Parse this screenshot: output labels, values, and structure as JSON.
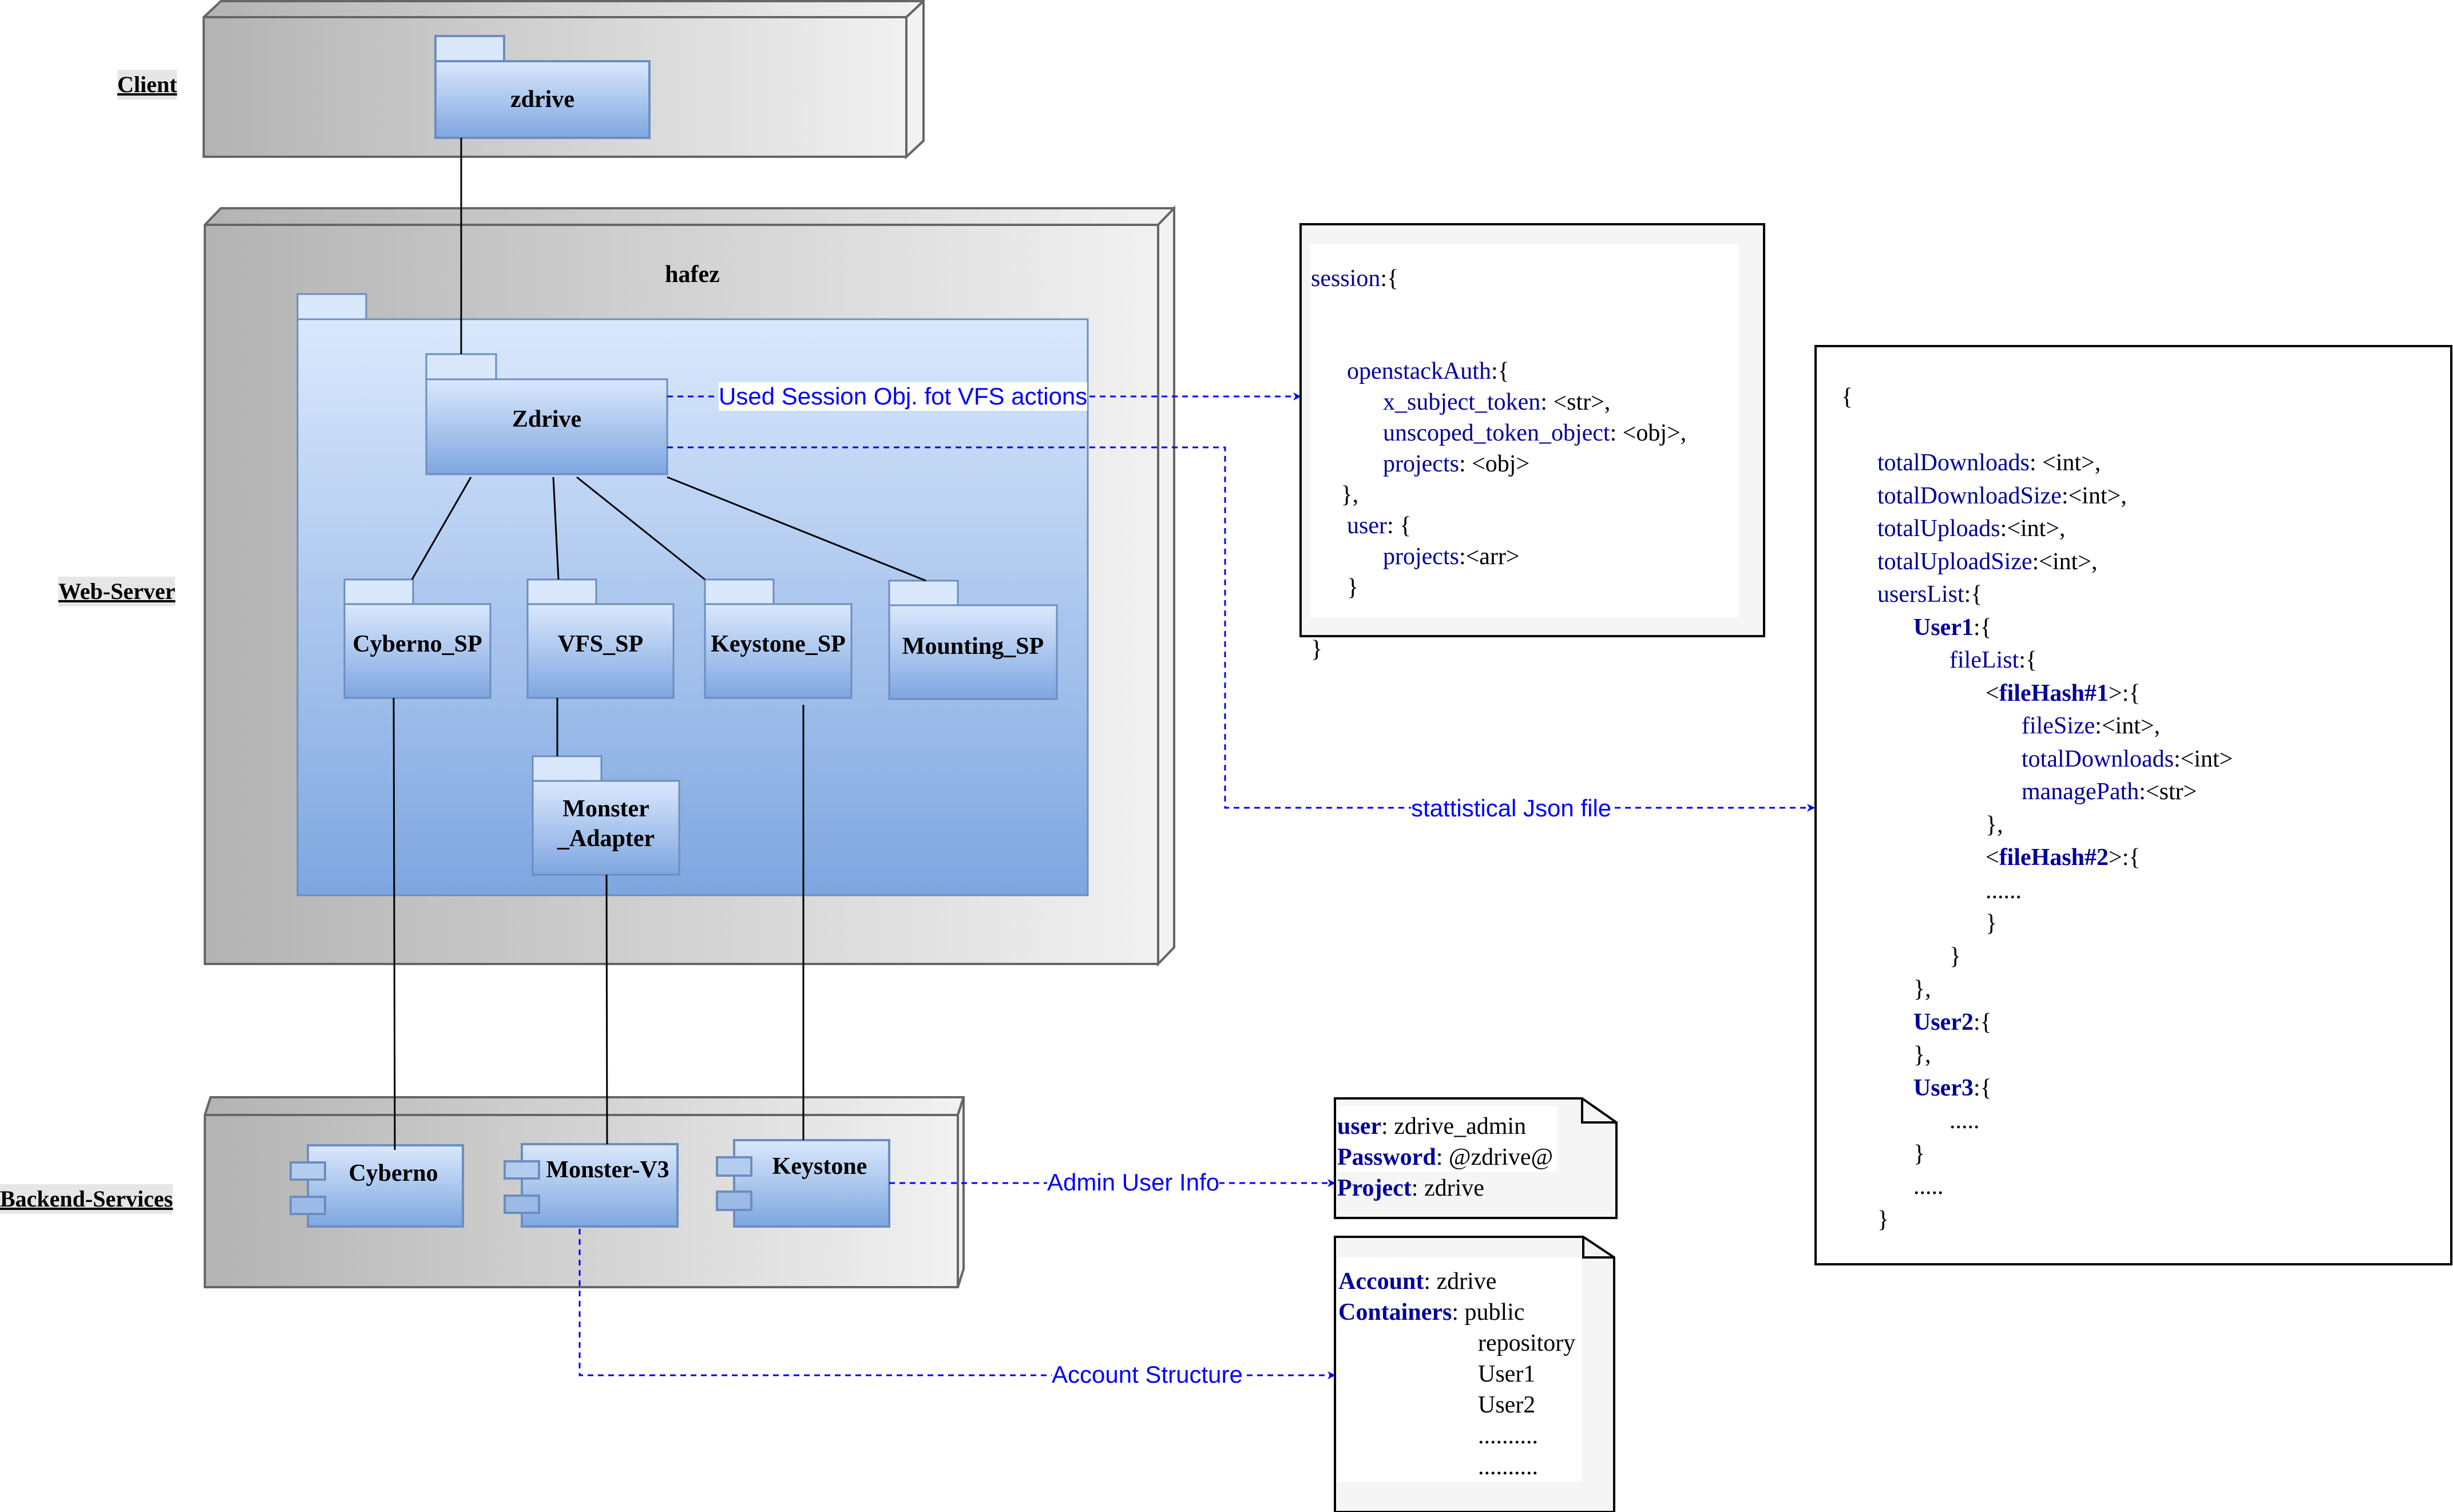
{
  "lanes": {
    "client": "Client",
    "web_server": "Web-Server",
    "backend": "Backend-Services"
  },
  "client_node": {
    "package": "zdrive"
  },
  "web_server_node": {
    "title": "hafez",
    "zdrive": "Zdrive",
    "service_providers": [
      "Cyberno_SP",
      "VFS_SP",
      "Keystone_SP",
      "Mounting_SP"
    ],
    "adapter_line1": "Monster",
    "adapter_line2": "_Adapter"
  },
  "backend_node": {
    "components": [
      "Cyberno",
      "Monster-V3",
      "Keystone"
    ]
  },
  "connectors": {
    "session": "Used Session Obj. fot VFS actions",
    "stats": "stattistical Json file",
    "admin": "Admin User Info",
    "account": "Account Structure"
  },
  "session_box": {
    "root": "session",
    "auth_key": "openstackAuth",
    "x_subject_token_key": "x_subject_token",
    "x_subject_token_val": " <str>,",
    "unscoped_key": "unscoped_token_object",
    "unscoped_val": " <obj>,",
    "projects_key": "projects",
    "projects_val": " <obj>",
    "user_key": "user",
    "user_projects_key": "projects",
    "user_projects_val": "<arr>"
  },
  "stats_box": {
    "total_downloads_key": "totalDownloads",
    "total_downloads_val": " <int>,",
    "total_download_size_key": "totalDownloadSize",
    "total_download_size_val": "<int>,",
    "total_uploads_key": "totalUploads",
    "total_uploads_val": "<int>,",
    "total_upload_size_key": "totalUploadSize",
    "total_upload_size_val": "<int>,",
    "users_list_key": "usersList",
    "user1": "User1",
    "file_list_key": "fileList",
    "file_hash_1": "fileHash#1",
    "file_size_key": "fileSize",
    "file_size_val": "<int>,",
    "file_total_downloads_key": "totalDownloads",
    "file_total_downloads_val": "<int>",
    "manage_path_key": "managePath",
    "manage_path_val": "<str>",
    "file_hash_2": "fileHash#2",
    "ellipsis_6": "......",
    "user2": "User2",
    "user3": "User3",
    "ellipsis_5": "....."
  },
  "admin_note": {
    "user_key": "user",
    "user_val": "zdrive_admin",
    "password_key": "Password",
    "password_val": "@zdrive@",
    "project_key": "Project",
    "project_val": "zdrive"
  },
  "account_note": {
    "account_key": "Account",
    "account_val": "zdrive",
    "containers_key": "Containers",
    "containers": [
      "public",
      "repository",
      "User1",
      "User2",
      "..........",
      ".........."
    ]
  },
  "colors": {
    "connector_blue": "#0000ff",
    "key_navy": "#000099",
    "package_top": "#dae8fc",
    "package_bottom": "#7ea6e0",
    "package_border": "#6c8ebf",
    "node_dark": "#b3b3b3",
    "node_light": "#f2f2f2"
  }
}
